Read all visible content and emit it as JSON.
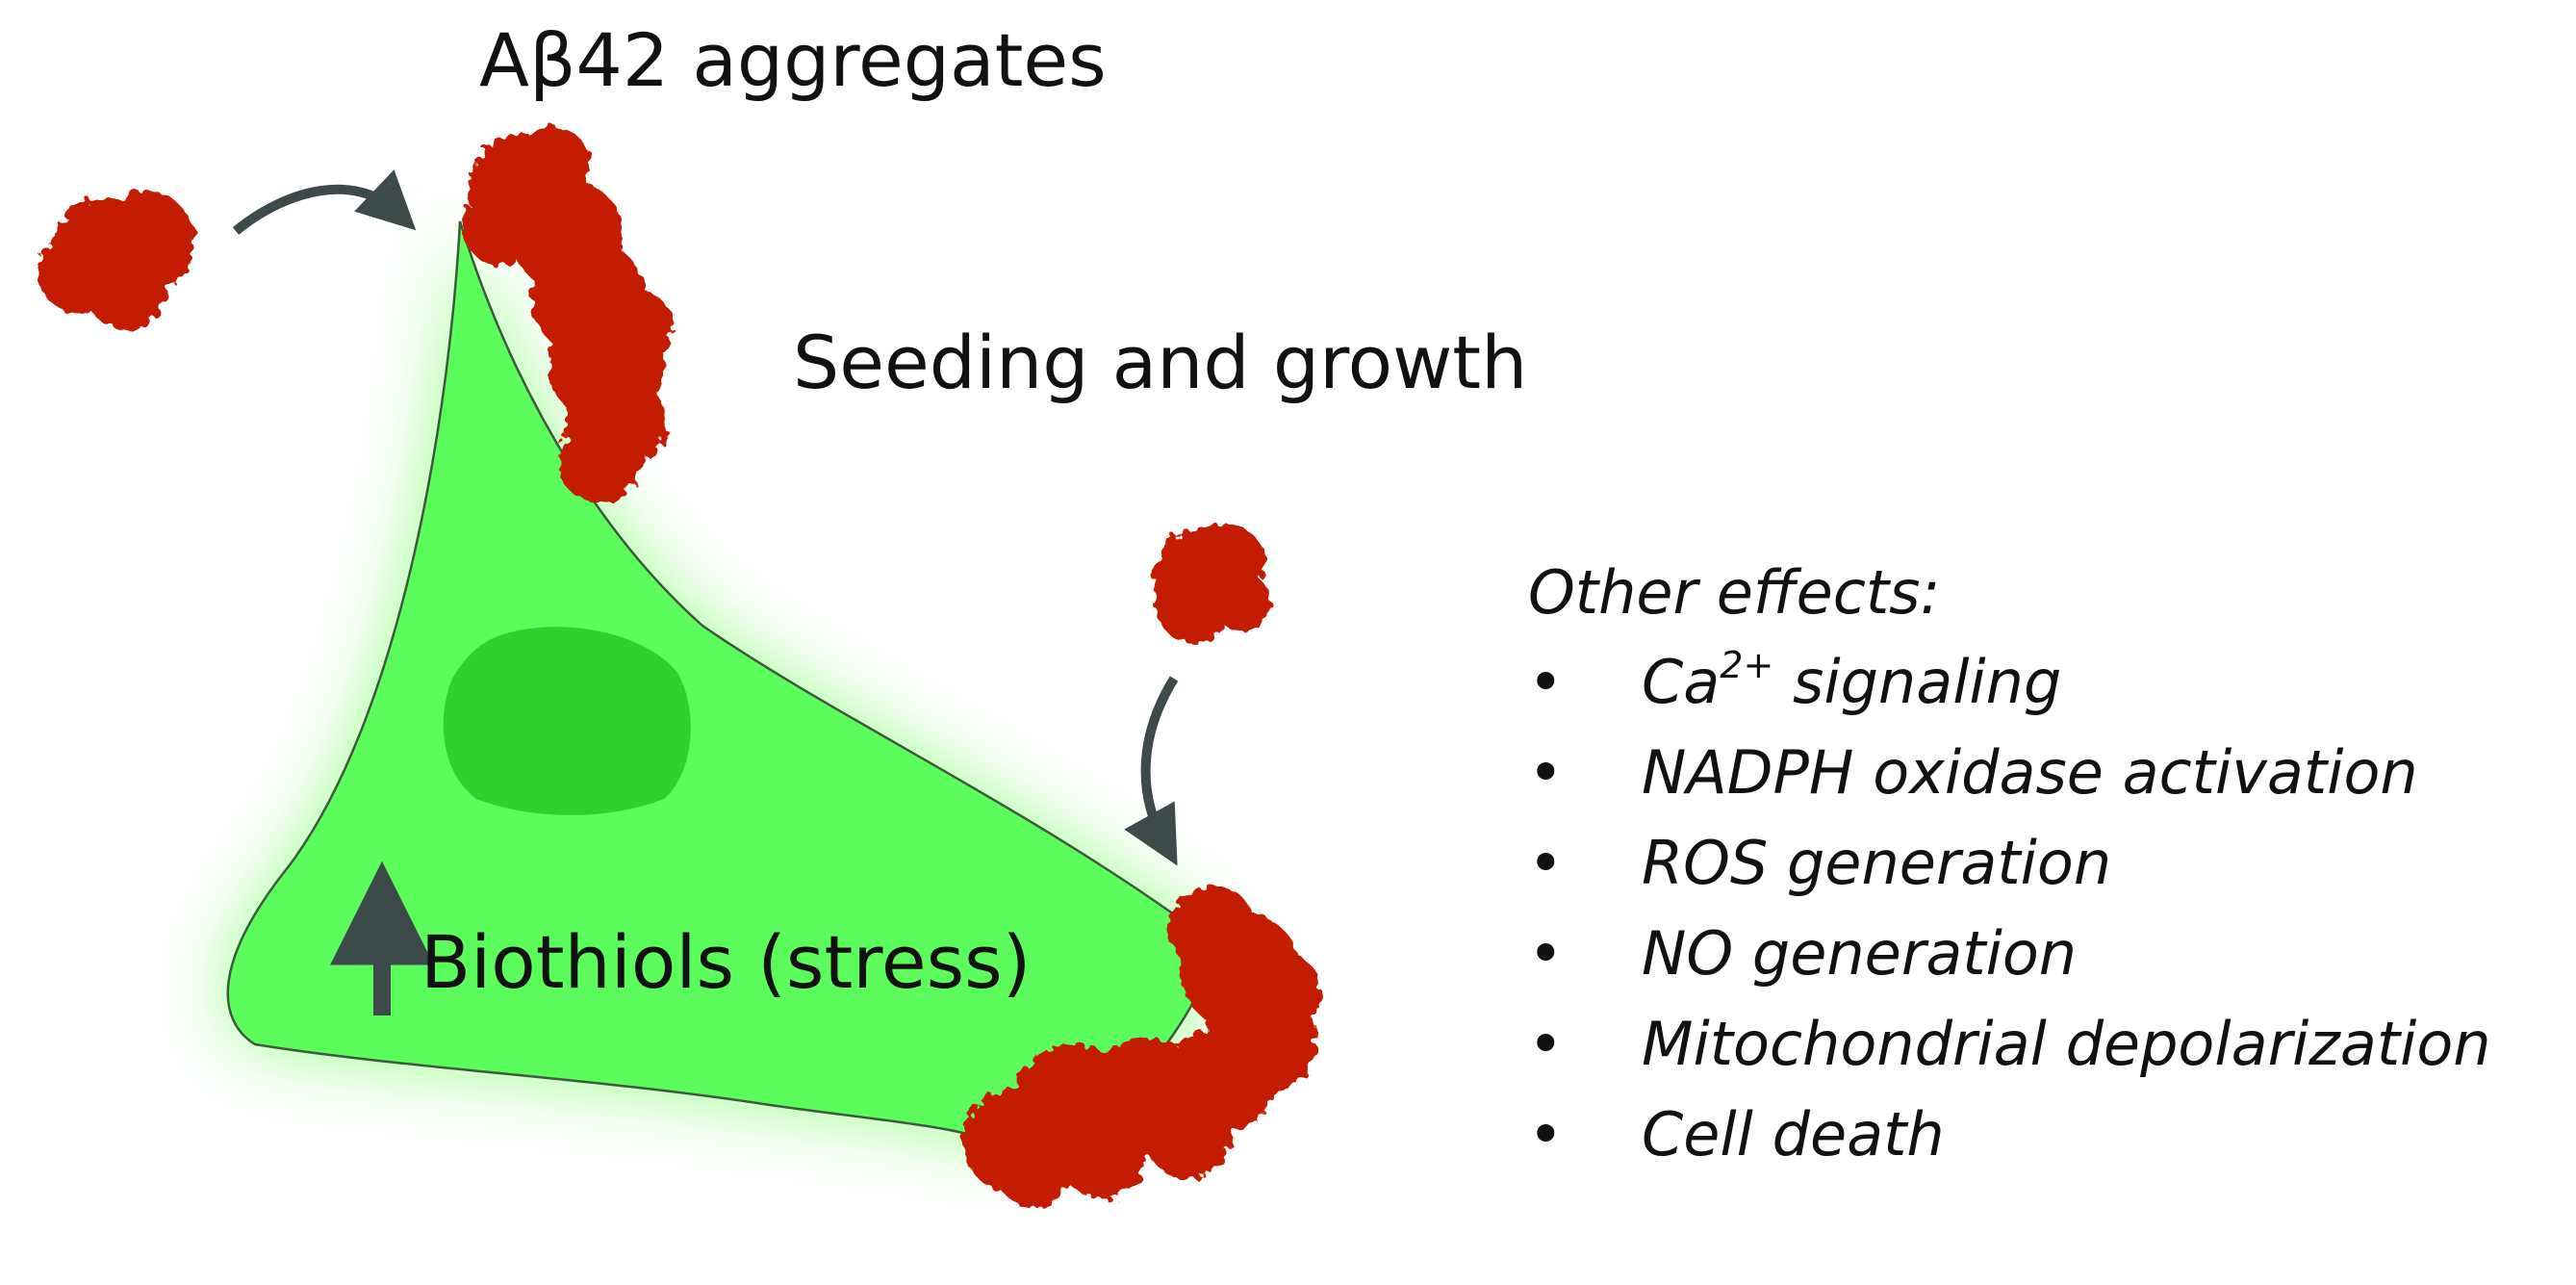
{
  "title": "Aβ42 aggregates",
  "seeding_label": "Seeding and growth",
  "biothiols_label": "Biothiols (stress)",
  "other_effects": {
    "heading": "Other effects:",
    "bullet": "•",
    "items": [
      {
        "text": "Ca",
        "sup": "2+",
        "suffix": " signaling"
      },
      {
        "text": "NADPH oxidase activation"
      },
      {
        "text": "ROS generation"
      },
      {
        "text": "NO generation"
      },
      {
        "text": "Mitochondrial depolarization"
      },
      {
        "text": "Cell death"
      }
    ]
  },
  "colors": {
    "cell_fill": "#5cfc5c",
    "cell_glow": "#9dfb8f",
    "cell_outline": "#3d5a3d",
    "nucleus": "#2fd12f",
    "aggregate": "#c41b04",
    "arrow": "#3d4a4a"
  }
}
